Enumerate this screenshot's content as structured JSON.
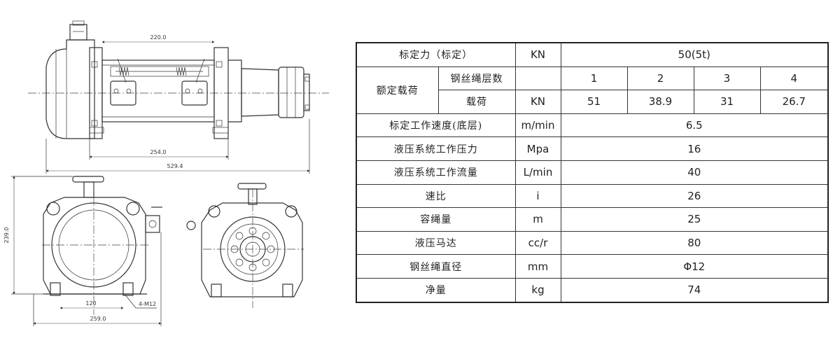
{
  "drawing": {
    "dims": {
      "top_span": "220.0",
      "mid_span": "254.0",
      "overall_length": "529.4",
      "height": "239.0",
      "bolt_spacing": "120",
      "bolt_callout": "4-M12",
      "overall_width": "259.0"
    }
  },
  "table": {
    "rows": [
      {
        "param": "标定力（标定）",
        "unit": "KN",
        "value": "50(5t)"
      },
      {
        "group": "额定载荷",
        "param": "钢丝绳层数",
        "unit": "",
        "values": [
          "1",
          "2",
          "3",
          "4"
        ]
      },
      {
        "param": "载荷",
        "unit": "KN",
        "values": [
          "51",
          "38.9",
          "31",
          "26.7"
        ]
      },
      {
        "param": "标定工作速度(底层)",
        "unit": "m/min",
        "value": "6.5"
      },
      {
        "param": "液压系统工作压力",
        "unit": "Mpa",
        "value": "16"
      },
      {
        "param": "液压系统工作流量",
        "unit": "L/min",
        "value": "40"
      },
      {
        "param": "速比",
        "unit": "i",
        "value": "26"
      },
      {
        "param": "容绳量",
        "unit": "m",
        "value": "25"
      },
      {
        "param": "液压马达",
        "unit": "cc/r",
        "value": "80"
      },
      {
        "param": "钢丝绳直径",
        "unit": "mm",
        "value": "Φ12"
      },
      {
        "param": "净量",
        "unit": "kg",
        "value": "74"
      }
    ]
  }
}
